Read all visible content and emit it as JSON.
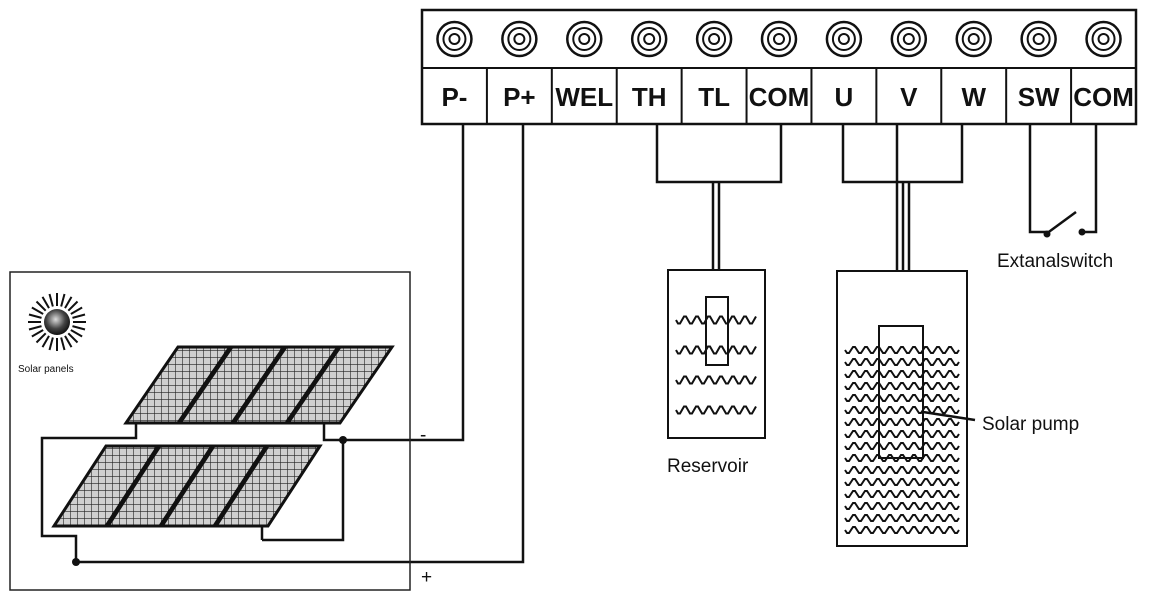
{
  "terminals": {
    "labels": [
      "P-",
      "P+",
      "WEL",
      "TH",
      "TL",
      "COM",
      "U",
      "V",
      "W",
      "SW",
      "COM"
    ]
  },
  "labels": {
    "solar_panels": "Solar panels",
    "reservoir": "Reservoir",
    "solar_pump": "Solar pump",
    "external_switch": "Extanalswitch",
    "minus": "-",
    "plus": "+"
  },
  "colors": {
    "line": "#111111",
    "panel_fill": "#c8c8c8",
    "background": "#ffffff"
  },
  "icons": {
    "sun": "sun-icon",
    "terminal_screw": "terminal-screw-icon"
  }
}
